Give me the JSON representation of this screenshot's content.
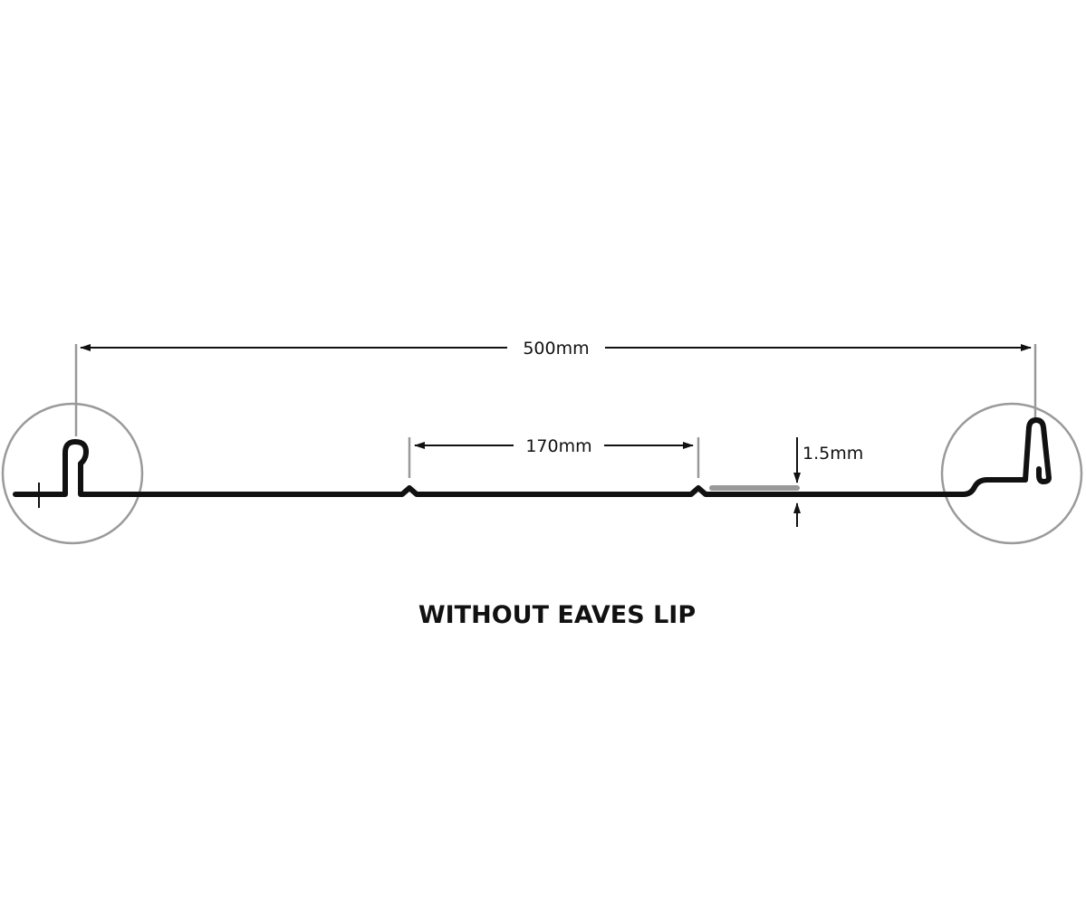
{
  "diagram": {
    "title": "WITHOUT EAVES LIP",
    "dimensions": {
      "overall_width": "500mm",
      "pan_spacing": "170mm",
      "thickness": "1.5mm"
    },
    "colors": {
      "profile": "#111111",
      "guide": "#999999",
      "detail_circle": "#9a9a9a"
    }
  }
}
